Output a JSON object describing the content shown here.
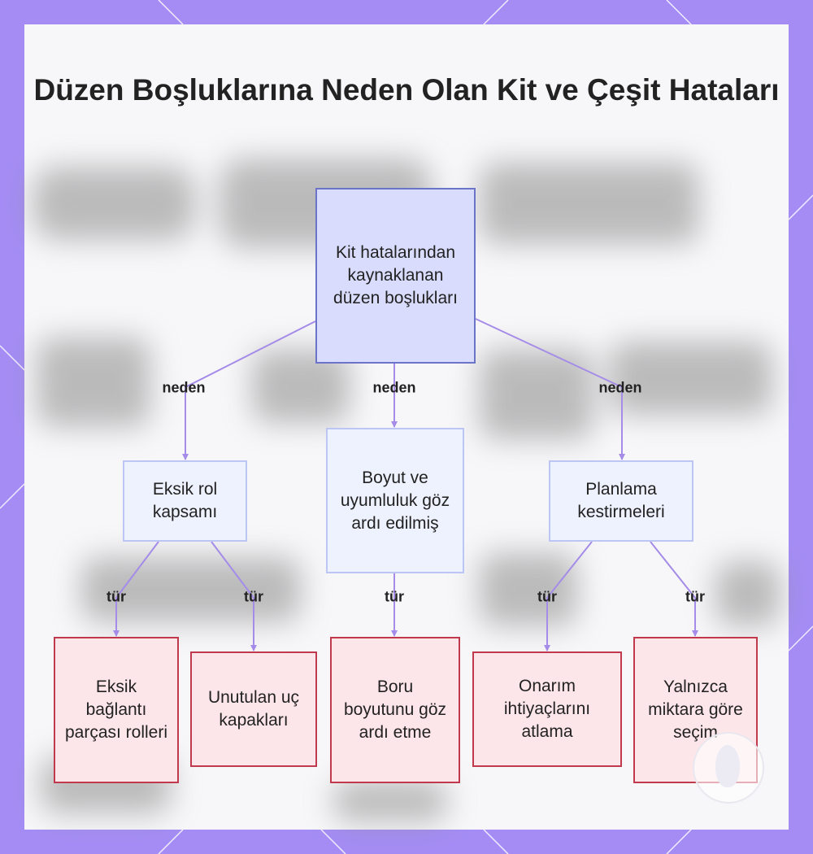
{
  "title": "Düzen Boşluklarına Neden Olan Kit ve Çeşit Hataları",
  "colors": {
    "frame": "#a48cf4",
    "card": "#f7f7f9",
    "root_fill": "#d9dcfd",
    "root_border": "#6b74c9",
    "mid_fill": "#eef1fe",
    "mid_border": "#bcc6f4",
    "leaf_fill": "#fde6ea",
    "leaf_border": "#c0394d",
    "edge": "#a48ce8"
  },
  "nodes": {
    "root": "Kit hatalarından kaynaklanan düzen boşlukları",
    "cause_role": "Eksik rol kapsamı",
    "cause_size": "Boyut ve uyumluluk göz ardı edilmiş",
    "cause_plan": "Planlama kestirmeleri",
    "leaf_fittings": "Eksik bağlantı parçası rolleri",
    "leaf_endcaps": "Unutulan uç kapakları",
    "leaf_pipesize": "Boru boyutunu göz ardı etme",
    "leaf_repair": "Onarım ihtiyaçlarını atlama",
    "leaf_quantity": "Yalnızca miktara göre seçim"
  },
  "edges": {
    "root_to_role": "neden",
    "root_to_size": "neden",
    "root_to_plan": "neden",
    "role_to_fittings": "tür",
    "role_to_endcaps": "tür",
    "size_to_pipesize": "tür",
    "plan_to_repair": "tür",
    "plan_to_quantity": "tür"
  },
  "badge_icon": "watermark-badge-icon"
}
